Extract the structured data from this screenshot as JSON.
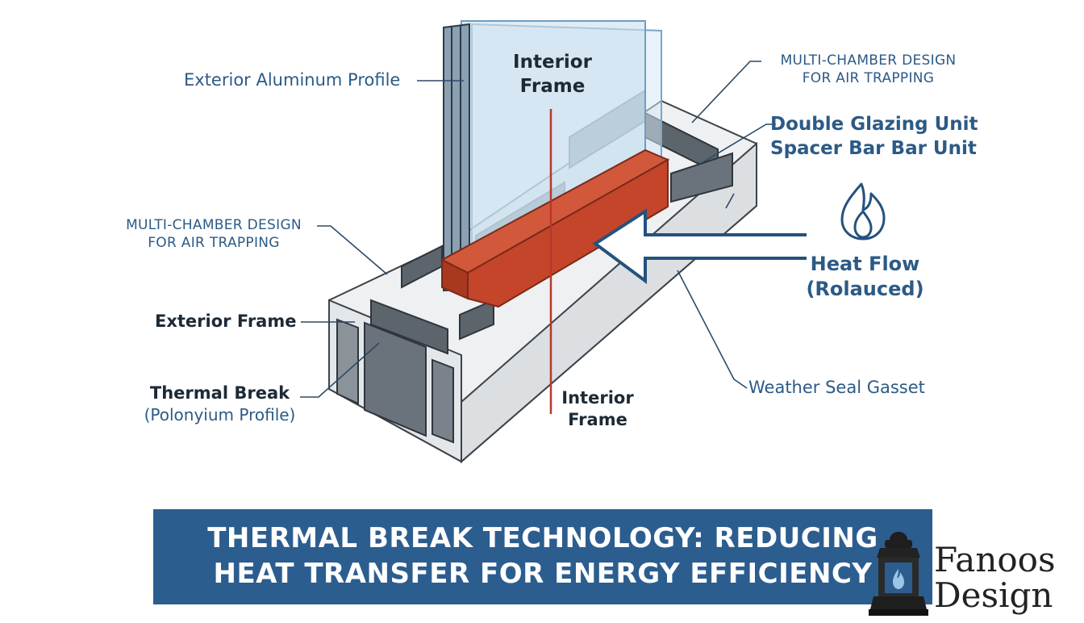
{
  "labels": {
    "exterior_aluminum_profile": "Exterior Aluminum Profile",
    "interior_frame_top": [
      "Interior",
      "Frame"
    ],
    "multi_chamber_top": [
      "MULTI-CHAMBER DESIGN",
      "FOR AIR TRAPPING"
    ],
    "double_glazing": [
      "Double Glazing Unit",
      "Spacer Bar Bar Unit"
    ],
    "multi_chamber_left": [
      "MULTI-CHAMBER DESIGN",
      "FOR AIR TRAPPING"
    ],
    "heat_flow": [
      "Heat Flow",
      "(Rolauced)"
    ],
    "exterior_frame": "Exterior Frame",
    "thermal_break": "Thermal Break",
    "thermal_break_sub": "(Polonyium Profile)",
    "interior_frame_bottom": [
      "Interior",
      "Frame"
    ],
    "weather_seal": "Weather Seal Gasset"
  },
  "banner": {
    "line1": "THERMAL BREAK TECHNOLOGY: REDUCING",
    "line2": "HEAT TRANSFER FOR ENERGY EFFICIENCY"
  },
  "brand": {
    "line1": "Fanoos",
    "line2": "Design"
  },
  "icons": [
    "flame-icon",
    "lantern-icon",
    "heat-flow-arrow-icon"
  ],
  "colors": {
    "label_blue": "#2c5a86",
    "label_dark": "#1d2a36",
    "banner": "#2c5d8f",
    "thermal_break_bar": "#c4452a",
    "glass": "#d6e8f5",
    "frame": "#e9ebed",
    "chamber": "#5c646c"
  }
}
